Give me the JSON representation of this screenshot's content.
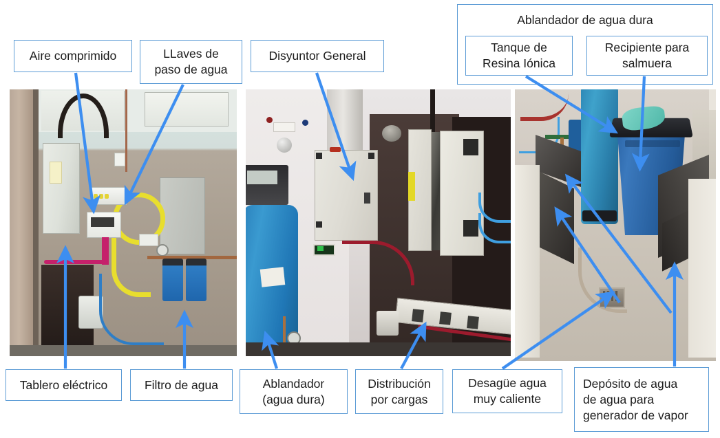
{
  "diagram": {
    "title_implicit": "Instalaciones de sala de máquinas — agua y electricidad",
    "accent_color": "#3d8ef0",
    "box_border_color": "#5b9bd5",
    "text_color": "#1b1b1b"
  },
  "top_labels": [
    {
      "id": "aire-comprimido",
      "text": "Aire comprimido"
    },
    {
      "id": "llaves-paso-agua",
      "text": "LLaves de\npaso de agua"
    },
    {
      "id": "disyuntor-general",
      "text": "Disyuntor General"
    }
  ],
  "group_label": {
    "title": "Ablandador de agua dura",
    "children": [
      {
        "id": "tanque-resina",
        "text": "Tanque de\nResina Iónica"
      },
      {
        "id": "recipiente-salmuera",
        "text": "Recipiente para\nsalmuera"
      }
    ]
  },
  "bottom_labels": [
    {
      "id": "tablero-electrico",
      "text": "Tablero eléctrico"
    },
    {
      "id": "filtro-de-agua",
      "text": "Filtro de agua"
    },
    {
      "id": "ablandador",
      "text": "Ablandador\n(agua dura)"
    },
    {
      "id": "distribucion-cargas",
      "text": "Distribución\npor cargas"
    },
    {
      "id": "desague-caliente",
      "text": "Desagüe agua\nmuy caliente"
    },
    {
      "id": "deposito-agua",
      "text": "Depósito de agua\nde agua para\ngenerador de vapor"
    }
  ],
  "photos": [
    {
      "id": "photo-1",
      "caption_semantics": "pared de sala de máquinas con tablero eléctrico, llaves de paso y filtros de agua"
    },
    {
      "id": "photo-2",
      "caption_semantics": "ablandador de agua dura, disyuntor general y distribución por cargas"
    },
    {
      "id": "photo-3",
      "caption_semantics": "tanque de resina iónica, recipiente para salmuera y desagüe de piso"
    }
  ]
}
